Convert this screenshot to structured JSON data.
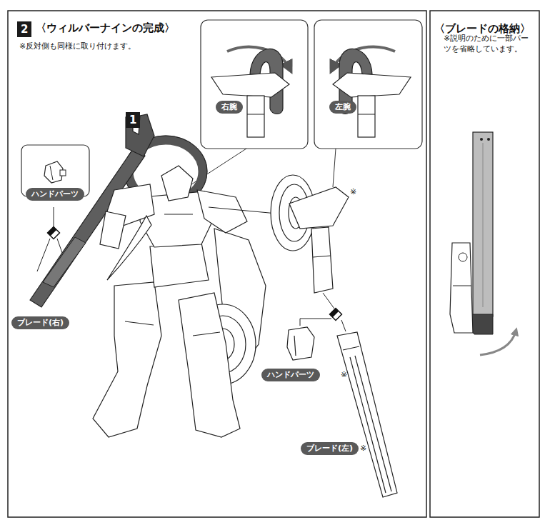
{
  "diagram": {
    "title": "〈ウィルバーナインの完成〉",
    "nodes": [
      {
        "text": [
          "2"
        ]
      },
      {
        "text": [
          "1"
        ]
      },
      {
        "text": [
          "右腕"
        ]
      },
      {
        "text": [
          "左腕"
        ]
      },
      {
        "text": [
          "ハンドパーツ"
        ]
      },
      {
        "text": [
          "ブレード(右)"
        ]
      },
      {
        "text": [
          "ハンドパーツ"
        ]
      },
      {
        "text": [
          "ブレード(左)"
        ]
      }
    ],
    "labels": [
      "※反対側も同様に取り付けます。",
      "〈ブレードの格納〉",
      "※説明のために一部パーツを省略しています。",
      "※",
      "※",
      "※"
    ]
  }
}
